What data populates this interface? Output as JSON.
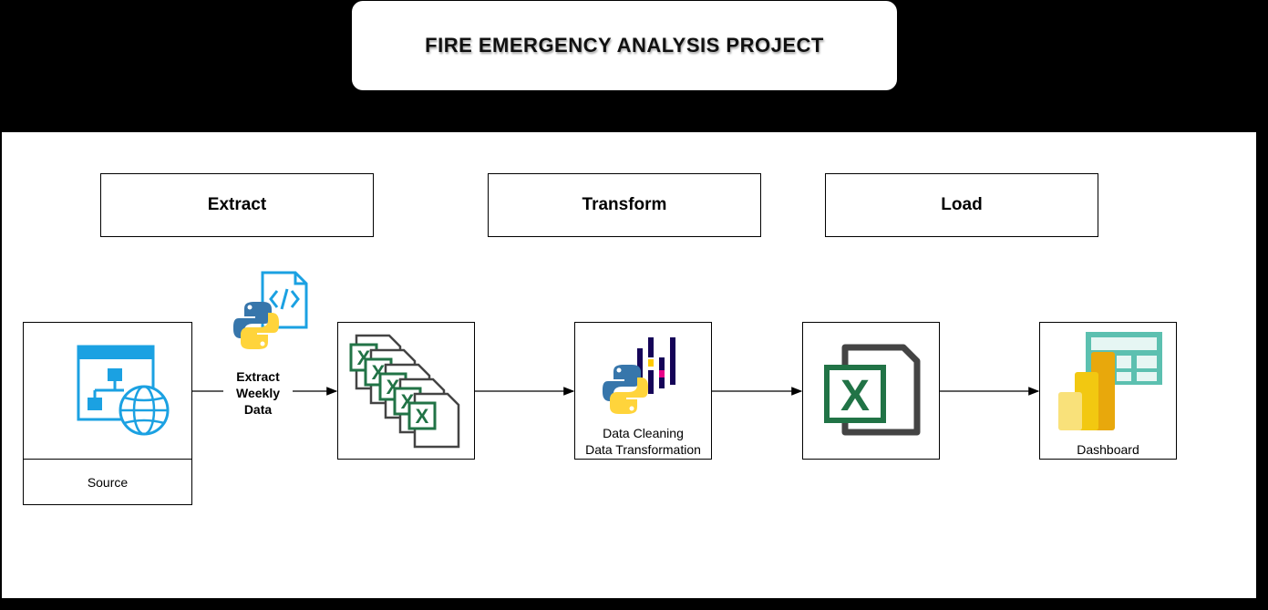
{
  "title": "FIRE EMERGENCY ANALYSIS PROJECT",
  "stages": {
    "extract": "Extract",
    "transform": "Transform",
    "load": "Load"
  },
  "nodes": {
    "source": "Source",
    "cleaning_line1": "Data Cleaning",
    "cleaning_line2": "Data Transformation",
    "dashboard": "Dashboard"
  },
  "edges": {
    "extract_line1": "Extract",
    "extract_line2": "Weekly",
    "extract_line3": "Data"
  },
  "icons": {
    "source": "web-sitemap-globe-icon",
    "script": "python-script-icon",
    "excel_stack": "excel-files-stack-icon",
    "pandas": "python-pandas-icon",
    "excel": "excel-file-icon",
    "powerbi": "power-bi-icon"
  },
  "colors": {
    "background": "#000000",
    "canvas": "#ffffff",
    "azure_blue": "#1ba1e2",
    "excel_green": "#217346",
    "python_blue": "#3776ab",
    "python_yellow": "#ffd43b",
    "powerbi_yellow": "#f2c811",
    "pandas_navy": "#150458",
    "pandas_pink": "#e70488"
  }
}
